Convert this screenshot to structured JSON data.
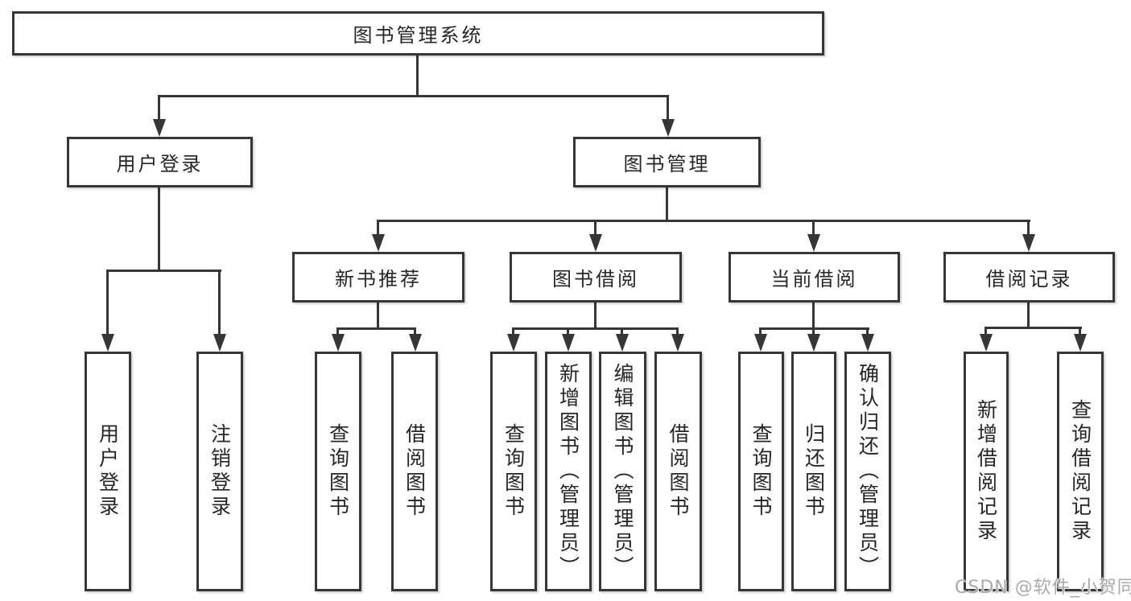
{
  "diagram": {
    "watermark": "CSDN @软件_小贺同学",
    "colors": {
      "line": "#363636",
      "text": "#262626",
      "background": "#ffffff",
      "watermark": "#a9a9a9"
    },
    "root": {
      "label": "图书管理系统"
    },
    "level2": [
      {
        "id": "user-login",
        "label": "用户登录",
        "children": [
          "用户登录",
          "注销登录"
        ]
      },
      {
        "id": "book-management",
        "label": "图书管理"
      }
    ],
    "level3": [
      {
        "id": "new-book-recommend",
        "label": "新书推荐",
        "children": [
          "查询图书",
          "借阅图书"
        ]
      },
      {
        "id": "book-borrowing",
        "label": "图书借阅",
        "children": [
          "查询图书",
          "新增图书（管理员）",
          "编辑图书（管理员）",
          "借阅图书"
        ]
      },
      {
        "id": "current-borrowing",
        "label": "当前借阅",
        "children": [
          "查询图书",
          "归还图书",
          "确认归还（管理员）"
        ]
      },
      {
        "id": "borrowing-records",
        "label": "借阅记录",
        "children": [
          "新增借阅记录",
          "查询借阅记录"
        ]
      }
    ]
  }
}
